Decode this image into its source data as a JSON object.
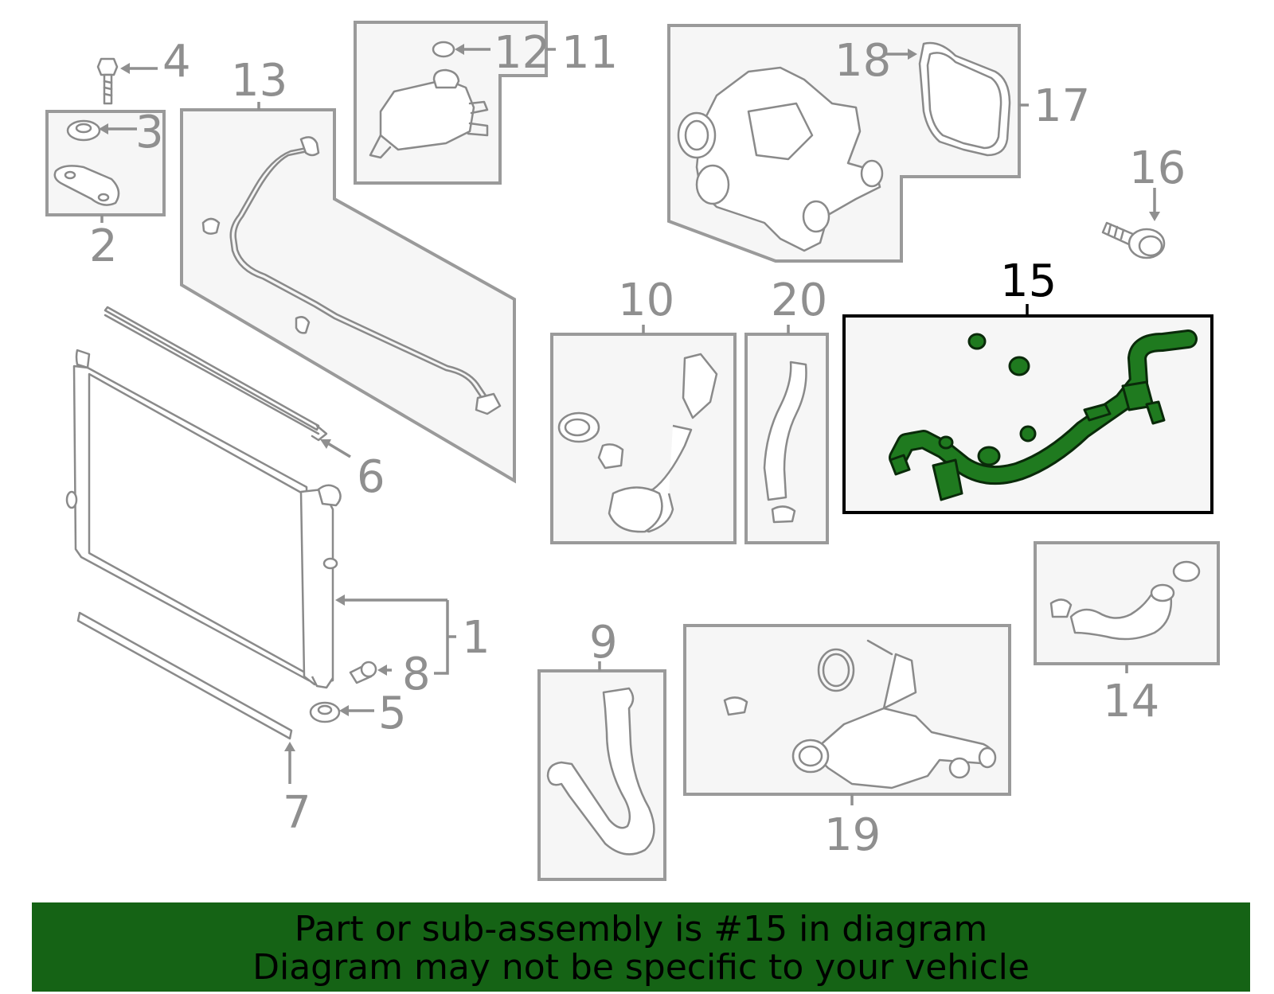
{
  "callouts": {
    "c1": "1",
    "c2": "2",
    "c3": "3",
    "c4": "4",
    "c5": "5",
    "c6": "6",
    "c7": "7",
    "c8": "8",
    "c9": "9",
    "c10": "10",
    "c11": "11",
    "c12": "12",
    "c13": "13",
    "c14": "14",
    "c15": "15",
    "c16": "16",
    "c17": "17",
    "c18": "18",
    "c19": "19",
    "c20": "20"
  },
  "highlight": {
    "part_number": "15",
    "color": "#1f7a1f"
  },
  "banner": {
    "line1": "Part or sub-assembly is #15 in diagram",
    "line2": "Diagram may not be specific to your vehicle",
    "background": "#156315"
  }
}
